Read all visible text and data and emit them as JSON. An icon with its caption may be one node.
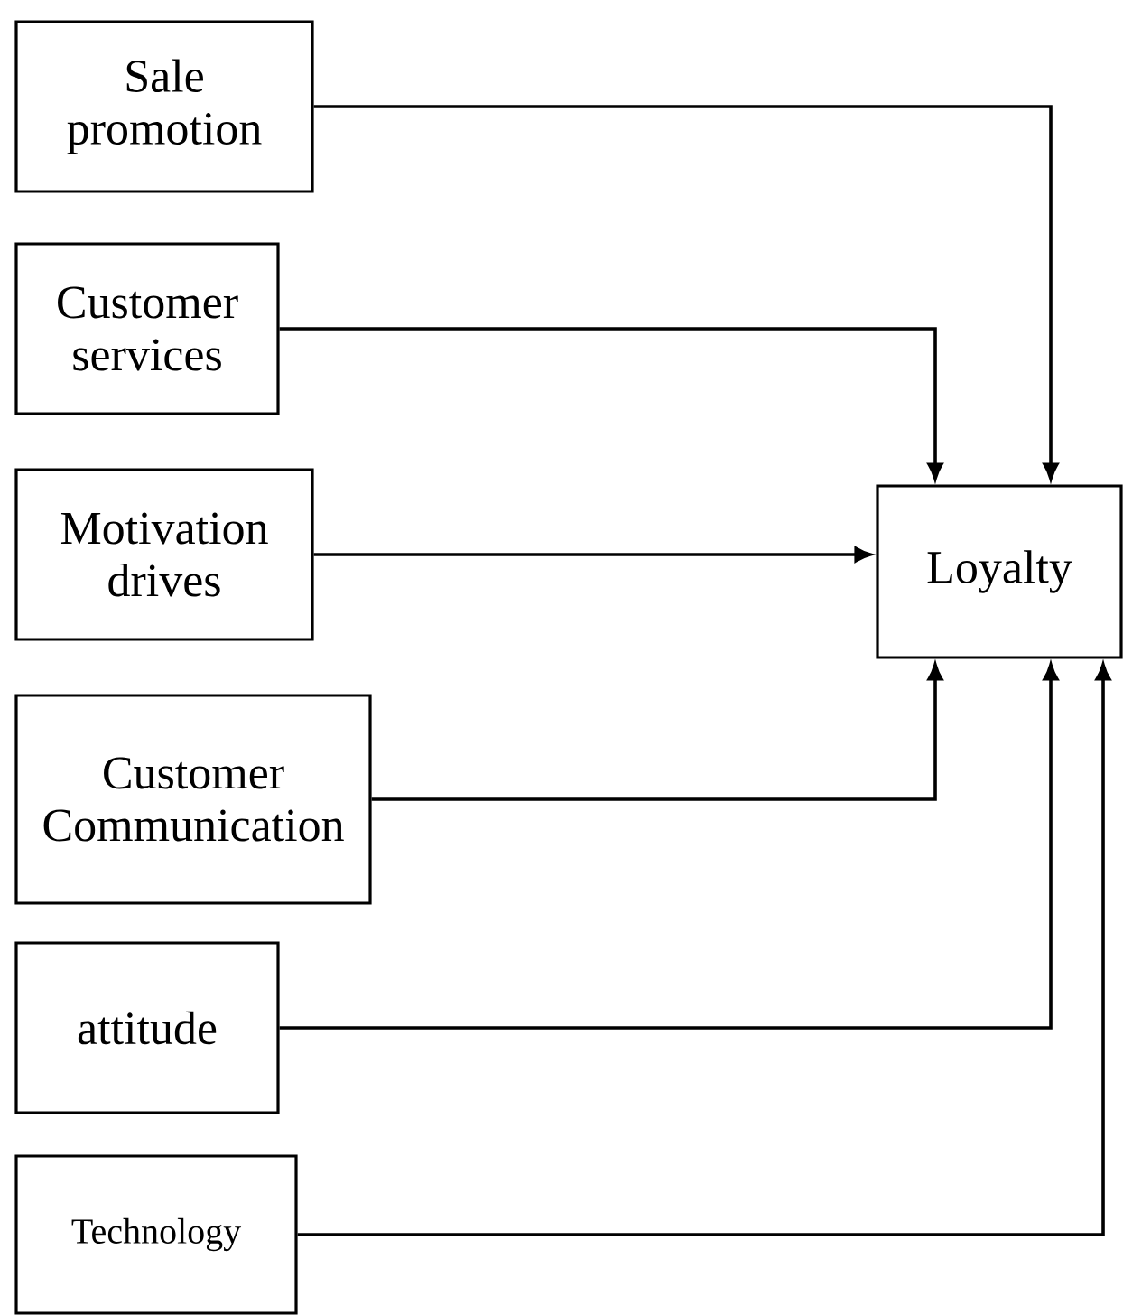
{
  "diagram": {
    "nodes": [
      {
        "text": [
          "Sale promotion"
        ]
      },
      {
        "text": [
          "Customer services"
        ]
      },
      {
        "text": [
          "Motivation drives"
        ]
      },
      {
        "text": [
          "Loyalty"
        ]
      },
      {
        "text": [
          "Customer Communication"
        ]
      },
      {
        "text": [
          "attitude"
        ]
      },
      {
        "text": [
          "Technology"
        ]
      }
    ],
    "edges": [
      {
        "from": 0,
        "to": 3,
        "arrow": "to"
      },
      {
        "from": 1,
        "to": 3,
        "arrow": "to"
      },
      {
        "from": 2,
        "to": 3,
        "arrow": "to"
      },
      {
        "from": 4,
        "to": 3,
        "arrow": "to"
      },
      {
        "from": 5,
        "to": 3,
        "arrow": "to"
      },
      {
        "from": 6,
        "to": 3,
        "arrow": "to"
      }
    ]
  }
}
